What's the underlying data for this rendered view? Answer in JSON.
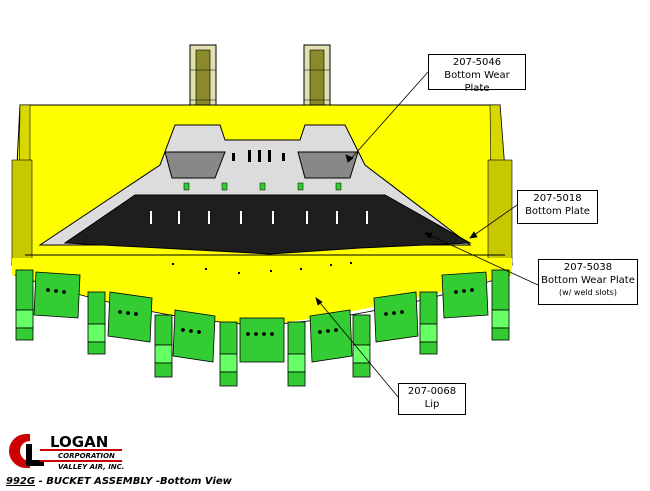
{
  "callouts": [
    {
      "part": "207-5046",
      "name": "Bottom Wear Plate",
      "note": ""
    },
    {
      "part": "207-5018",
      "name": "Bottom Plate",
      "note": ""
    },
    {
      "part": "207-5038",
      "name": "Bottom Wear Plate",
      "note": "(w/ weld slots)"
    },
    {
      "part": "207-0068",
      "name": "Lip",
      "note": ""
    }
  ],
  "logo": {
    "line1": "LOGAN",
    "line2": "CORPORATION",
    "line3": "VALLEY AIR, INC."
  },
  "caption": {
    "model": "992G",
    "title": "- BUCKET ASSEMBLY -Bottom View"
  },
  "colors": {
    "bucket_yellow": "#ffff00",
    "bucket_shadow": "#c8c800",
    "plate_gray": "#dcdcdc",
    "wear_plate_dark": "#222222",
    "tooth_green": "#33cc33",
    "tooth_light": "#66ff66",
    "logo_red": "#cc0000"
  }
}
